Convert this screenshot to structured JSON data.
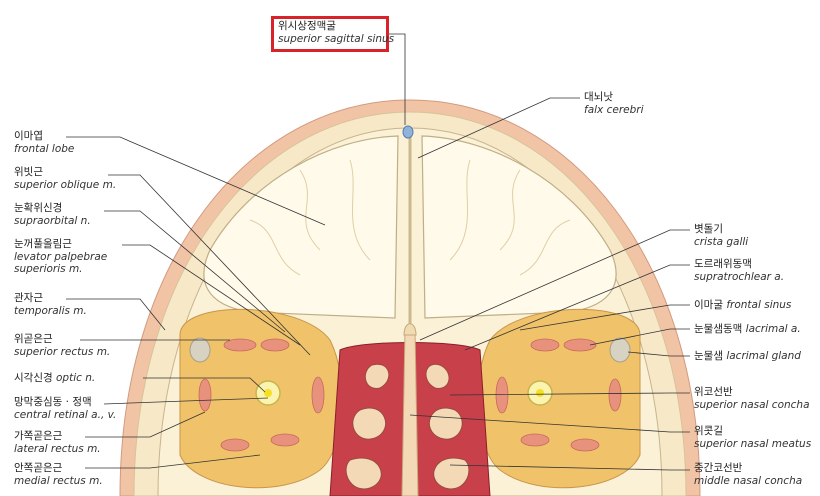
{
  "highlight": {
    "ko": "위시상정맥굴",
    "en": "superior sagittal sinus",
    "color": "#d8232a"
  },
  "labels_left": [
    {
      "ko": "이마엽",
      "en": "frontal lobe"
    },
    {
      "ko": "위빗근",
      "en": "superior oblique m."
    },
    {
      "ko": "눈확위신경",
      "en": "supraorbital n."
    },
    {
      "ko": "눈꺼풀올림근",
      "en": "levator palpebrae",
      "en2": "superioris m."
    },
    {
      "ko": "관자근",
      "en": "temporalis m."
    },
    {
      "ko": "위곧은근",
      "en": "superior rectus m."
    },
    {
      "ko": "시각신경",
      "en_inline": "optic n."
    },
    {
      "ko": "망막중심동 · 정맥",
      "en": "central retinal a., v."
    },
    {
      "ko": "가쪽곧은근",
      "en": "lateral rectus m."
    },
    {
      "ko": "안쪽곧은근",
      "en": "medial rectus m."
    }
  ],
  "labels_right": [
    {
      "ko": "대뇌낫",
      "en": "falx cerebri"
    },
    {
      "ko": "볏돌기",
      "en": "crista galli"
    },
    {
      "ko": "도르래위동맥",
      "en": "supratrochlear a."
    },
    {
      "ko": "이마굴",
      "en_inline": "frontal sinus"
    },
    {
      "ko": "눈물샘동맥",
      "en_inline": "lacrimal a."
    },
    {
      "ko": "눈물샘",
      "en_inline": "lacrimal gland"
    },
    {
      "ko": "위코선반",
      "en": "superior nasal concha"
    },
    {
      "ko": "위콧길",
      "en": "superior nasal meatus"
    },
    {
      "ko": "중간코선반",
      "en": "middle nasal concha"
    }
  ],
  "colors": {
    "skin": "#f3c7a6",
    "bone": "#f6e6c4",
    "brain": "#fdf6df",
    "orbit_fat": "#f2c56b",
    "muscle": "#e8927e",
    "nasal": "#c8404a",
    "nerve": "#f6e020",
    "sinus": "#8fb3d9"
  }
}
